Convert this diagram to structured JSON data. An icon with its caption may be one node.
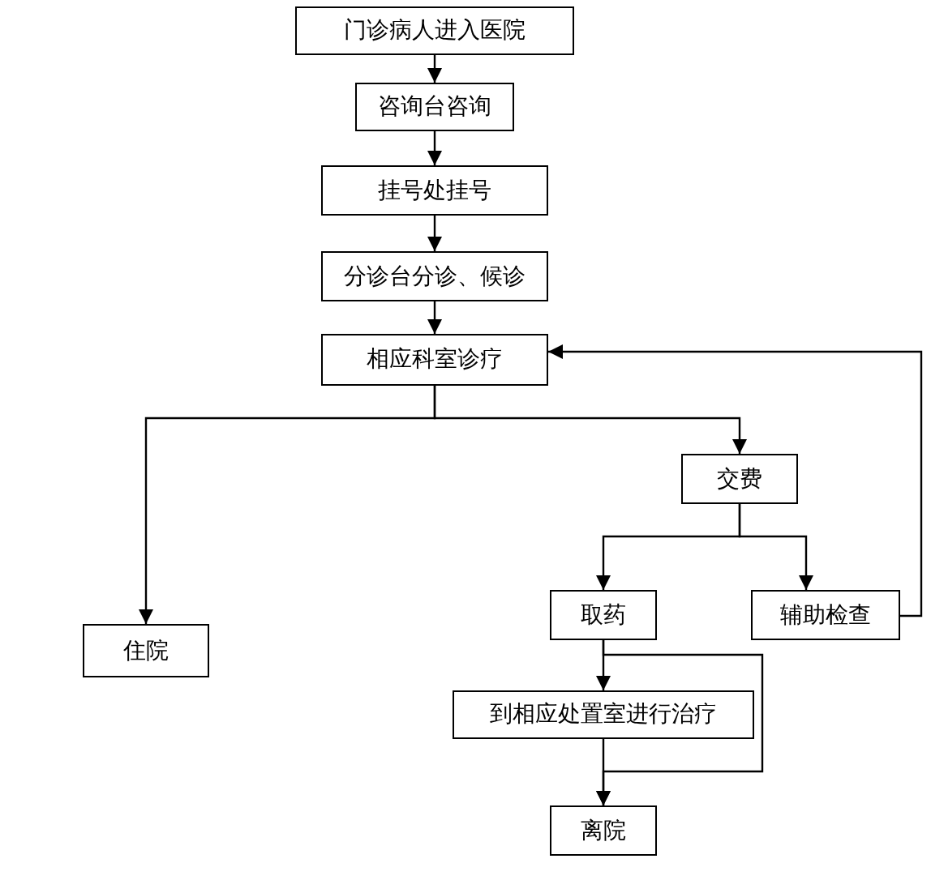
{
  "diagram": {
    "nodes": [
      {
        "text": [
          "门诊病人进入医院"
        ]
      },
      {
        "text": [
          "咨询台咨询"
        ]
      },
      {
        "text": [
          "挂号处挂号"
        ]
      },
      {
        "text": [
          "分诊台分诊、候诊"
        ]
      },
      {
        "text": [
          "相应科室诊疗"
        ]
      },
      {
        "text": [
          "交费"
        ]
      },
      {
        "text": [
          "住院"
        ]
      },
      {
        "text": [
          "取药"
        ]
      },
      {
        "text": [
          "辅助检查"
        ]
      },
      {
        "text": [
          "到相应处置室进行治疗"
        ]
      },
      {
        "text": [
          "离院"
        ]
      }
    ],
    "edges": [
      {
        "from": 0,
        "to": 1,
        "arrow": "to"
      },
      {
        "from": 1,
        "to": 2,
        "arrow": "to"
      },
      {
        "from": 2,
        "to": 3,
        "arrow": "to"
      },
      {
        "from": 3,
        "to": 4,
        "arrow": "to"
      },
      {
        "from": 4,
        "to": 6,
        "arrow": "to"
      },
      {
        "from": 4,
        "to": 5,
        "arrow": "to"
      },
      {
        "from": 5,
        "to": 7,
        "arrow": "to"
      },
      {
        "from": 5,
        "to": 8,
        "arrow": "to"
      },
      {
        "from": 8,
        "to": 4,
        "arrow": "to"
      },
      {
        "from": 7,
        "to": 9,
        "arrow": "to"
      },
      {
        "from": 7,
        "to": 10,
        "arrow": "to"
      },
      {
        "from": 9,
        "to": 10,
        "arrow": "to"
      }
    ]
  }
}
